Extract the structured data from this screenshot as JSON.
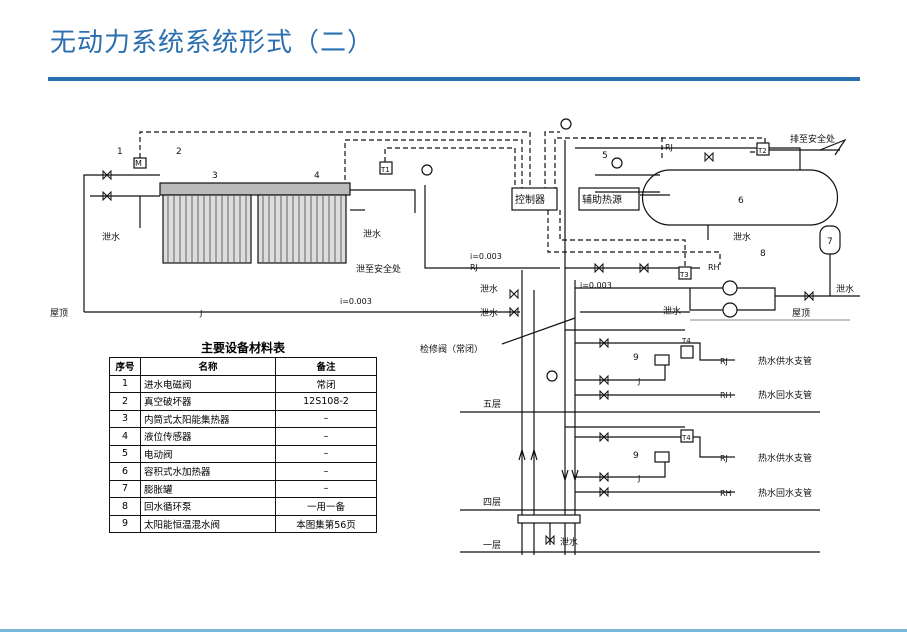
{
  "slide": {
    "title": "无动力系统系统形式（二）"
  },
  "equipment_table": {
    "title": "主要设备材料表",
    "headers": [
      "序号",
      "名称",
      "备注"
    ],
    "rows": [
      {
        "no": "1",
        "name": "进水电磁阀",
        "note": "常闭"
      },
      {
        "no": "2",
        "name": "真空破坏器",
        "note": "12S108-2"
      },
      {
        "no": "3",
        "name": "内筒式太阳能集热器",
        "note": "–"
      },
      {
        "no": "4",
        "name": "液位传感器",
        "note": "–"
      },
      {
        "no": "5",
        "name": "电动阀",
        "note": "–"
      },
      {
        "no": "6",
        "name": "容积式水加热器",
        "note": "–"
      },
      {
        "no": "7",
        "name": "膨胀罐",
        "note": "–"
      },
      {
        "no": "8",
        "name": "回水循环泵",
        "note": "一用一备"
      },
      {
        "no": "9",
        "name": "太阳能恒温混水阀",
        "note": "本图集第56页"
      }
    ]
  },
  "diagram": {
    "labels": {
      "controller": "控制器",
      "aux_heat": "辅助热源",
      "safe_exhaust": "排至安全处",
      "drain_safe": "泄至安全处",
      "drain": "泄水",
      "roof": "屋顶",
      "slope1": "i=0.003",
      "slope2": "i=0.003",
      "slope3": "i=0.003",
      "service_valve": "检修阀（常闭）",
      "floor5": "五层",
      "floor4": "四层",
      "floor1": "一层",
      "hot_supply": "热水供水支管",
      "hot_return": "热水回水支管"
    },
    "pipe_codes": {
      "rj": "RJ",
      "rh": "RH",
      "j": "J"
    },
    "tags": {
      "t1": "T1",
      "t2": "T2",
      "t3": "T3",
      "t4": "T4",
      "m": "M"
    },
    "numbers": [
      "1",
      "2",
      "3",
      "4",
      "5",
      "6",
      "7",
      "8",
      "9"
    ]
  }
}
